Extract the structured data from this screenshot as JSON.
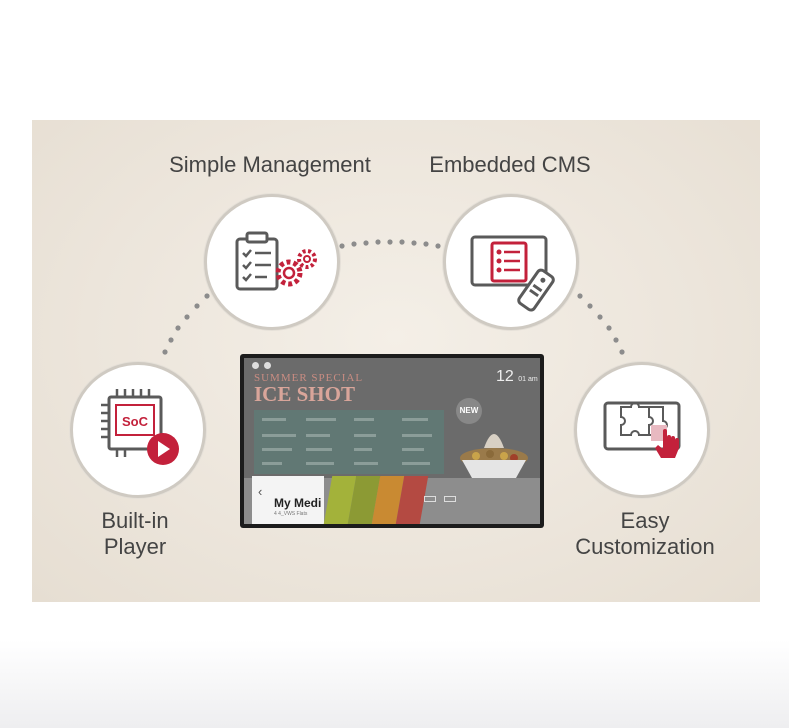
{
  "features": {
    "simple_management": "Simple Management",
    "embedded_cms": "Embedded CMS",
    "builtin_player_line1": "Built-in",
    "builtin_player_line2": "Player",
    "easy_custom_line1": "Easy",
    "easy_custom_line2": "Customization"
  },
  "player_icon": {
    "chip_text": "SoC"
  },
  "tv_screen": {
    "promo_line1": "SUMMER SPECIAL",
    "promo_line2": "ICE SHOT",
    "badge": "NEW",
    "time_main": "12",
    "time_small": "01 am",
    "launcher_title": "My Medi",
    "launcher_sub": "4 4_VWS Flats"
  },
  "colors": {
    "accent": "#c3213b",
    "icon_gray": "#5a5a5a",
    "dots": "#8c8c8c",
    "background": "#ece5db"
  },
  "icons": [
    "clipboard-gears-icon",
    "remote-cms-icon",
    "soc-player-icon",
    "puzzle-touch-icon"
  ]
}
